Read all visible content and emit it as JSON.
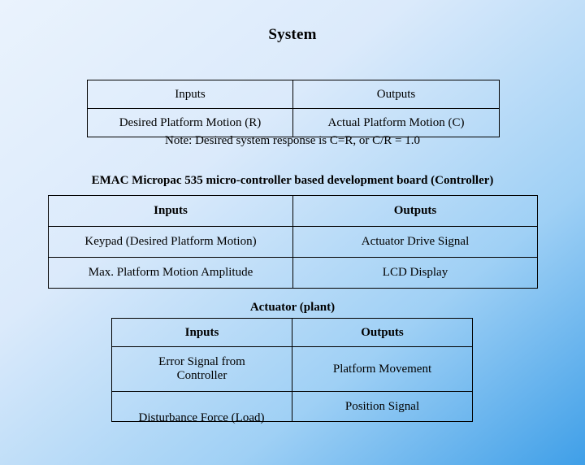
{
  "slide": {
    "title": "System",
    "note": "Note:  Desired system response is C=R, or C/R = 1.0",
    "emac_heading": "EMAC Micropac 535 micro-controller based development board (Controller)",
    "actuator_heading": "Actuator (plant)",
    "system_table": {
      "headers": [
        "Inputs",
        "Outputs"
      ],
      "rows": [
        [
          "Desired Platform Motion (R)",
          "Actual Platform Motion (C)"
        ]
      ]
    },
    "emac_table": {
      "headers": [
        "Inputs",
        "Outputs"
      ],
      "rows": [
        [
          "Keypad (Desired Platform Motion)",
          "Actuator Drive Signal"
        ],
        [
          "Max. Platform Motion Amplitude",
          "LCD Display"
        ]
      ]
    },
    "actuator_table": {
      "headers": [
        "Inputs",
        "Outputs"
      ],
      "rows": [
        [
          "Error Signal from\nController",
          "Platform Movement"
        ],
        [
          "",
          "Position Signal"
        ]
      ]
    },
    "overflow_text": "Disturbance Force (Load)"
  }
}
